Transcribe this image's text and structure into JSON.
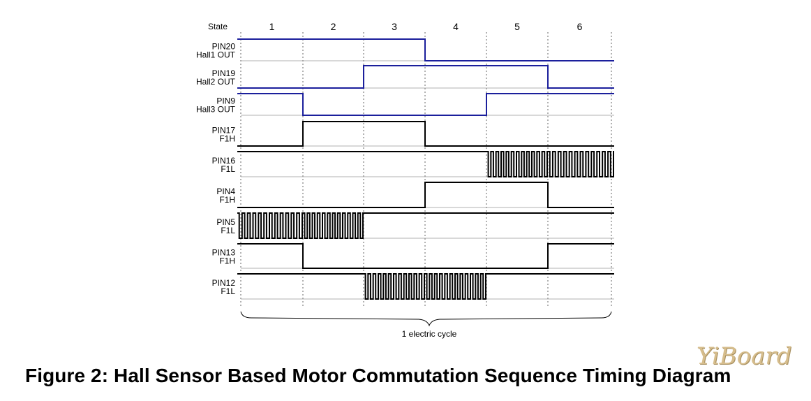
{
  "header": {
    "state_label": "State",
    "states": [
      "1",
      "2",
      "3",
      "4",
      "5",
      "6"
    ]
  },
  "signals": [
    {
      "name": "hall1",
      "label1": "PIN20",
      "label2": "Hall1 OUT",
      "type": "digital",
      "levels": [
        1,
        1,
        1,
        0,
        0,
        0
      ],
      "color": "#1b1f9c"
    },
    {
      "name": "hall2",
      "label1": "PIN19",
      "label2": "Hall2 OUT",
      "type": "digital",
      "levels": [
        0,
        0,
        1,
        1,
        1,
        0
      ],
      "color": "#1b1f9c"
    },
    {
      "name": "hall3",
      "label1": "PIN9",
      "label2": "Hall3 OUT",
      "type": "digital",
      "levels": [
        1,
        0,
        0,
        0,
        1,
        1
      ],
      "color": "#1b1f9c"
    },
    {
      "name": "pin17",
      "label1": "PIN17",
      "label2": "F1H",
      "type": "digital",
      "levels": [
        0,
        1,
        1,
        0,
        0,
        0
      ],
      "color": "#000000"
    },
    {
      "name": "pin16",
      "label1": "PIN16",
      "label2": "F1L",
      "type": "pwm",
      "levels": [
        1,
        1,
        1,
        1,
        "pwm",
        "pwm"
      ],
      "color": "#000000"
    },
    {
      "name": "pin4",
      "label1": "PIN4",
      "label2": "F1H",
      "type": "digital",
      "levels": [
        0,
        0,
        0,
        1,
        1,
        0
      ],
      "color": "#000000"
    },
    {
      "name": "pin5",
      "label1": "PIN5",
      "label2": "F1L",
      "type": "pwm",
      "levels": [
        "pwm",
        "pwm",
        1,
        1,
        1,
        1
      ],
      "color": "#000000"
    },
    {
      "name": "pin13",
      "label1": "PIN13",
      "label2": "F1H",
      "type": "digital",
      "levels": [
        1,
        0,
        0,
        0,
        0,
        1
      ],
      "color": "#000000"
    },
    {
      "name": "pin12",
      "label1": "PIN12",
      "label2": "F1L",
      "type": "pwm",
      "levels": [
        1,
        1,
        "pwm",
        "pwm",
        1,
        1
      ],
      "color": "#000000"
    }
  ],
  "cycle_label": "1 electric cycle",
  "caption": "Figure 2: Hall Sensor Based Motor Commutation Sequence Timing Diagram",
  "watermark": "YiBoard"
}
